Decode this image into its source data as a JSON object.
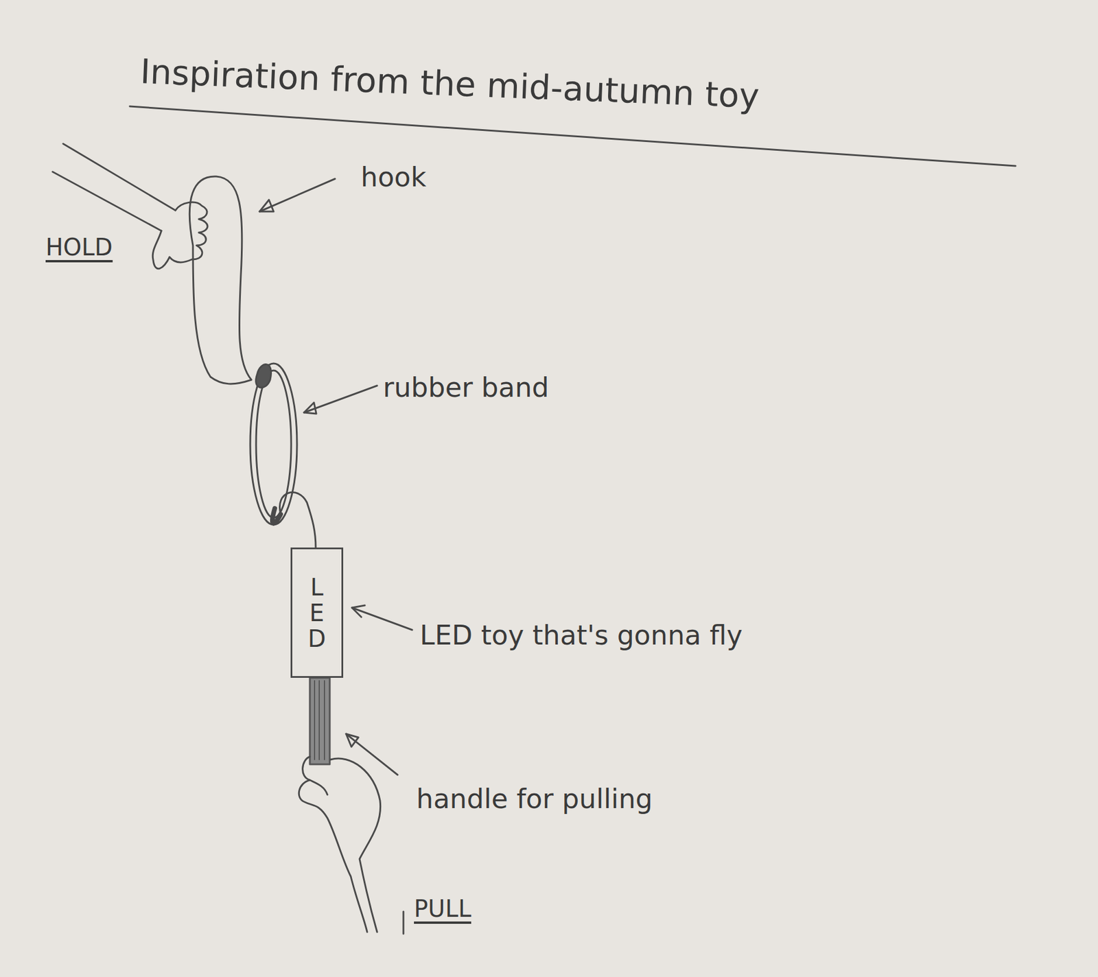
{
  "diagram": {
    "title": "Inspiration from the mid-autumn toy",
    "nodes": [
      {
        "text": [
          "LED"
        ]
      }
    ],
    "edges": [],
    "labels": [
      "hook",
      "HOLD",
      "rubber band",
      "LED toy that's gonna fly",
      "handle for pulling",
      "PULL"
    ]
  }
}
